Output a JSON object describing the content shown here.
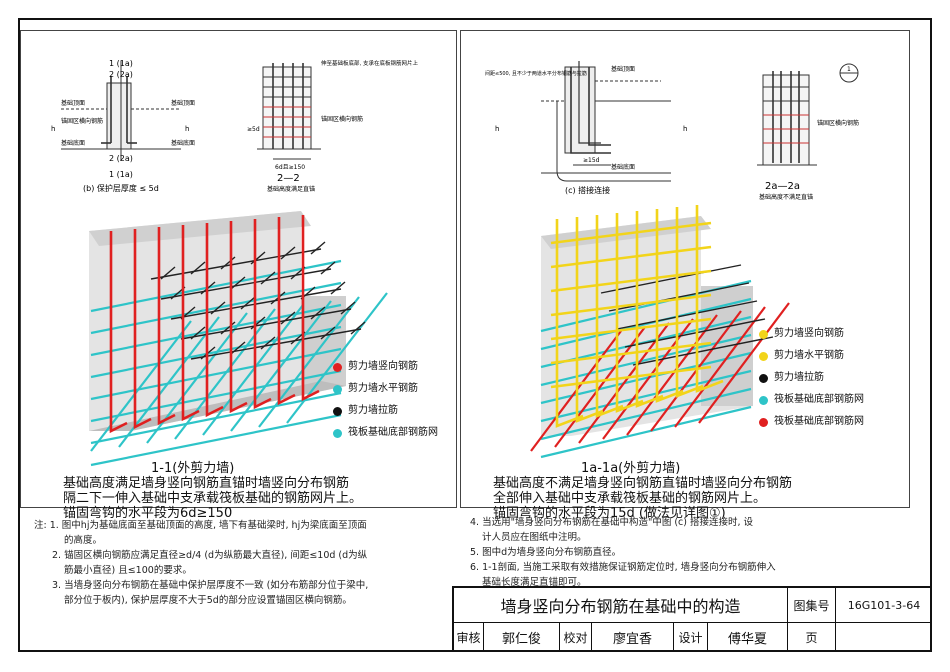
{
  "left_panel": {
    "detail_b": {
      "labels": [
        "1 (1a)",
        "2 (2a)",
        "2 (2a)",
        "1 (1a)",
        "基础顶面",
        "基础顶面",
        "基础底面",
        "基础底面",
        "锚固区横向钢筋",
        "h",
        "h"
      ],
      "caption": "(b) 保护层厚度 ≤ 5d"
    },
    "section_22": {
      "title": "2—2",
      "subtitle": "基础高度满足直锚",
      "labels": [
        "锚固区横向钢筋",
        "伸至基础板底部, 支承在底板钢筋网片上",
        "6d且≥150",
        "≥5d"
      ]
    },
    "legend": [
      {
        "label": "剪力墙竖向钢筋",
        "color": "#e02020"
      },
      {
        "label": "剪力墙水平钢筋",
        "color": "#2ec4c8"
      },
      {
        "label": "剪力墙拉筋",
        "color": "#111111"
      },
      {
        "label": "筏板基础底部钢筋网",
        "color": "#2ec4c8"
      }
    ],
    "caption": {
      "title": "1-1(外剪力墙)",
      "lines": [
        "基础高度满足墙身竖向钢筋直锚时墙竖向分布钢筋",
        "隔二下一伸入基础中支承载筏板基础的钢筋网片上。",
        "锚固弯钩的水平段为6d≥150"
      ]
    }
  },
  "right_panel": {
    "detail_c": {
      "labels": [
        "间距≤500, 且不少于两道水平分布钢筋与拉筋",
        "基础顶面",
        "基础底面",
        "≥15d",
        "h",
        "h"
      ],
      "caption": "(c) 搭接连接"
    },
    "section_2a": {
      "title": "2a—2a",
      "subtitle": "基础高度不满足直锚",
      "labels": [
        "锚固区横向钢筋",
        "1"
      ]
    },
    "legend": [
      {
        "label": "剪力墙竖向钢筋",
        "color": "#f2d41a"
      },
      {
        "label": "剪力墙水平钢筋",
        "color": "#f2d41a"
      },
      {
        "label": "剪力墙拉筋",
        "color": "#111111"
      },
      {
        "label": "筏板基础底部钢筋网",
        "color": "#2ec4c8"
      },
      {
        "label": "筏板基础底部钢筋网",
        "color": "#e02020"
      }
    ],
    "caption": {
      "title": "1a-1a(外剪力墙)",
      "lines": [
        "基础高度不满足墙身竖向钢筋直锚时墙竖向分布钢筋",
        "全部伸入基础中支承载筏板基础的钢筋网片上。",
        "锚固弯钩的水平段为15d (做法见详图①)"
      ]
    }
  },
  "notes_left": [
    "注: 1. 图中hj为基础底面至基础顶面的高度, 墙下有基础梁时, hj为梁底面至顶面",
    "的高度。",
    "2. 锚固区横向钢筋应满足直径≥d/4 (d为纵筋最大直径), 间距≤10d (d为纵",
    "筋最小直径) 且≤100的要求。",
    "3. 当墙身竖向分布钢筋在基础中保护层厚度不一致 (如分布筋部分位于梁中,",
    "部分位于板内), 保护层厚度不大于5d的部分应设置锚固区横向钢筋。"
  ],
  "notes_right": [
    "4. 当选用\"墙身竖向分布钢筋在基础中构造\"中图 (c) 搭接连接时, 设",
    "计人员应在图纸中注明。",
    "5. 图中d为墙身竖向分布钢筋直径。",
    "6. 1-1剖面, 当施工采取有效措施保证钢筋定位时, 墙身竖向分布钢筋伸入",
    "基础长度满足直锚即可。"
  ],
  "title_block": {
    "drawing_title": "墙身竖向分布钢筋在基础中的构造",
    "atlas_label": "图集号",
    "atlas_no": "16G101-3-64",
    "review_label": "审核",
    "reviewer": "郭仁俊",
    "check_label": "校对",
    "checker": "廖宜香",
    "design_label": "设计",
    "designer": "傅华夏",
    "page_label": "页",
    "page_no": ""
  }
}
